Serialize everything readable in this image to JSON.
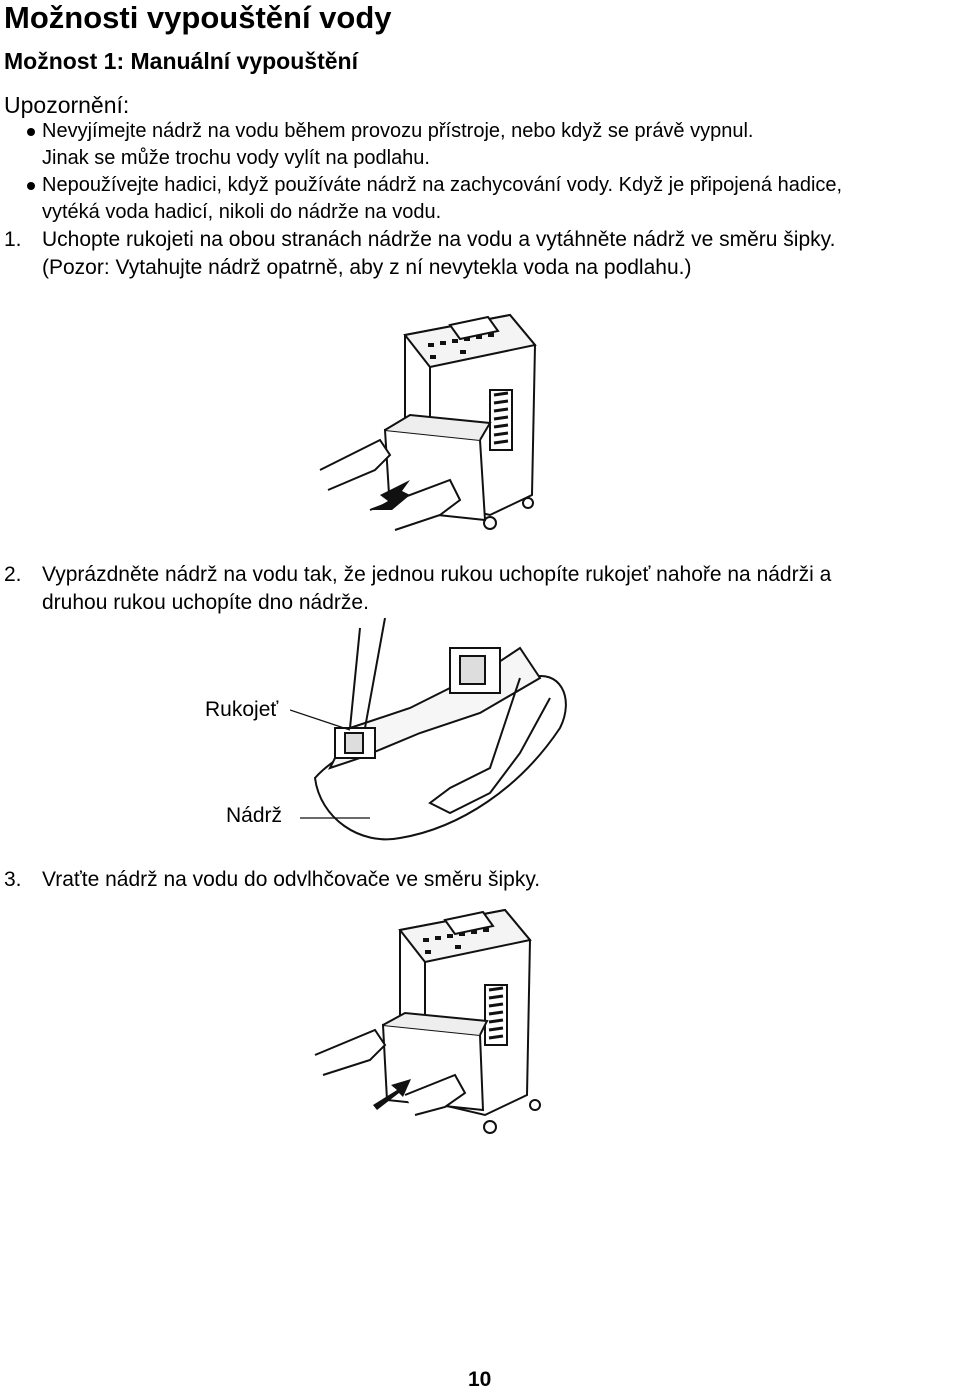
{
  "title": "Možnosti vypouštění vody",
  "subtitle": "Možnost 1: Manuální vypouštění",
  "warning_heading": "Upozornění:",
  "bullets": [
    {
      "line1": "Nevyjímejte nádrž na vodu během provozu přístroje, nebo když se právě vypnul.",
      "line2": "Jinak se může trochu vody vylít na podlahu."
    },
    {
      "line1": "Nepoužívejte hadici, když používáte nádrž na zachycování vody. Když je připojená hadice,",
      "line2": "vytéká voda hadicí, nikoli do nádrže na vodu."
    }
  ],
  "steps": [
    {
      "num": "1.",
      "line1": "Uchopte rukojeti na obou stranách nádrže na vodu a vytáhněte nádrž ve směru šipky.",
      "line2": "(Pozor: Vytahujte nádrž opatrně, aby z ní nevytekla voda na podlahu.)"
    },
    {
      "num": "2.",
      "line1": "Vyprázdněte nádrž na vodu tak, že jednou rukou uchopíte rukojeť nahoře na nádrži a",
      "line2": "druhou rukou uchopíte dno nádrže."
    },
    {
      "num": "3.",
      "line1": "Vraťte nádrž na vodu do odvlhčovače ve směru šipky.",
      "line2": ""
    }
  ],
  "figure2_labels": {
    "handle": "Rukojeť",
    "tank": "Nádrž"
  },
  "page_number": "10"
}
